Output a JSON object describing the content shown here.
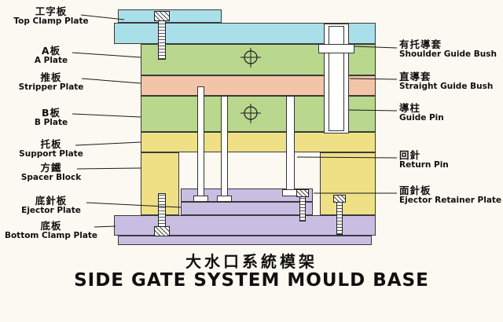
{
  "colors": {
    "top_clamp": "#a9dfe9",
    "a_plate": "#b9d78d",
    "stripper": "#f2c5a8",
    "b_plate": "#b9d78d",
    "support": "#efe086",
    "spacer": "#efe086",
    "retainer": "#c9bde2",
    "ejector": "#c9bde2",
    "bottom_clamp": "#c9bde2",
    "outline": "#3a3a3a"
  },
  "labels_left": [
    {
      "zh": "工字板",
      "en": "Top Clamp Plate"
    },
    {
      "zh": "A板",
      "en": "A Plate"
    },
    {
      "zh": "推板",
      "en": "Stripper Plate"
    },
    {
      "zh": "B板",
      "en": "B Plate"
    },
    {
      "zh": "托板",
      "en": "Support Plate"
    },
    {
      "zh": "方鐵",
      "en": "Spacer Block"
    },
    {
      "zh": "底針板",
      "en": "Ejector Plate"
    },
    {
      "zh": "底板",
      "en": "Bottom Clamp Plate"
    }
  ],
  "labels_right": [
    {
      "zh": "有托導套",
      "en": "Shoulder Guide Bush"
    },
    {
      "zh": "直導套",
      "en": "Straight Guide Bush"
    },
    {
      "zh": "導柱",
      "en": "Guide Pin"
    },
    {
      "zh": "回針",
      "en": "Return Pin"
    },
    {
      "zh": "面針板",
      "en": "Ejector Retainer Plate"
    }
  ],
  "title": {
    "zh": "大水口系統模架",
    "en": "SIDE GATE SYSTEM MOULD BASE"
  }
}
